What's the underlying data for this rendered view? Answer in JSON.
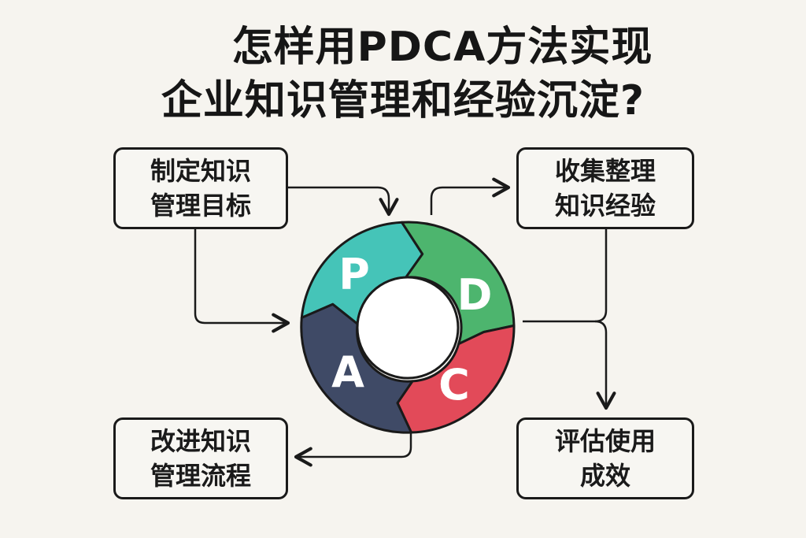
{
  "title": {
    "line1": "怎样用PDCA方法实现",
    "line2": "企业知识管理和经验沉淀?"
  },
  "boxes": {
    "plan": {
      "line1": "制定知识",
      "line2": "管理目标"
    },
    "do": {
      "line1": "收集整理",
      "line2": "知识经验"
    },
    "check": {
      "line1": "评估使用",
      "line2": "成效"
    },
    "act": {
      "line1": "改进知识",
      "line2": "管理流程"
    }
  },
  "cycle": {
    "p": "P",
    "d": "D",
    "c": "C",
    "a": "A"
  },
  "colors": {
    "plan": "#45c4b8",
    "do": "#4db56e",
    "check": "#e24a59",
    "act": "#3f4a66",
    "stroke": "#1a1a1a",
    "background": "#f6f4ef"
  }
}
